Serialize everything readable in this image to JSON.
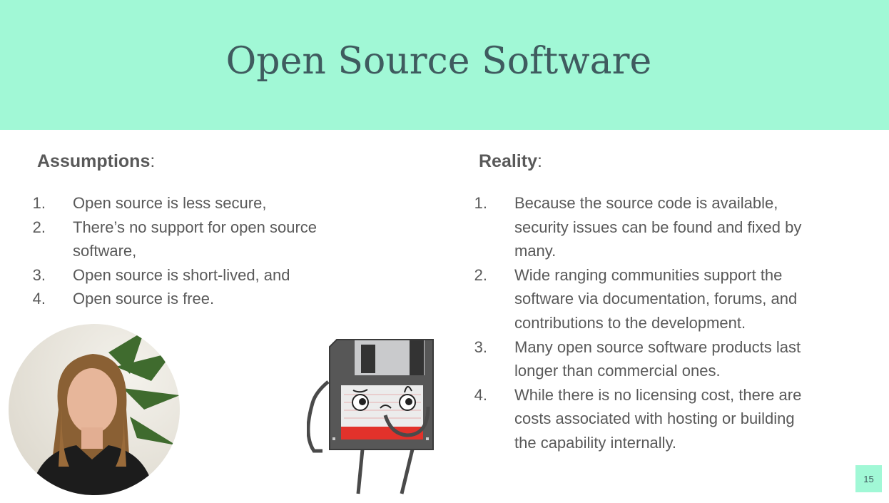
{
  "title": "Open Source Software",
  "assumptions": {
    "heading": "Assumptions",
    "colon": ":",
    "items": [
      {
        "num": "1.",
        "text": "Open source is less secure,"
      },
      {
        "num": "2.",
        "text": "There’s no support for open source software,"
      },
      {
        "num": "3.",
        "text": "Open source is short-lived, and"
      },
      {
        "num": "4.",
        "text": "Open source is free."
      }
    ]
  },
  "reality": {
    "heading": "Reality",
    "colon": ":",
    "items": [
      {
        "num": "1.",
        "text": "Because the source code is available, security issues can be found and fixed by many."
      },
      {
        "num": "2.",
        "text": "Wide ranging communities support the software via documentation, forums, and contributions to the development."
      },
      {
        "num": "3.",
        "text": "Many open source software products last longer than commercial ones."
      },
      {
        "num": "4.",
        "text": "While there is no licensing cost, there are costs associated with hosting or building the capability internally."
      }
    ]
  },
  "page_number": "15",
  "colors": {
    "header": "#a1f8d6",
    "title": "#3f5b5f",
    "text": "#595959"
  }
}
